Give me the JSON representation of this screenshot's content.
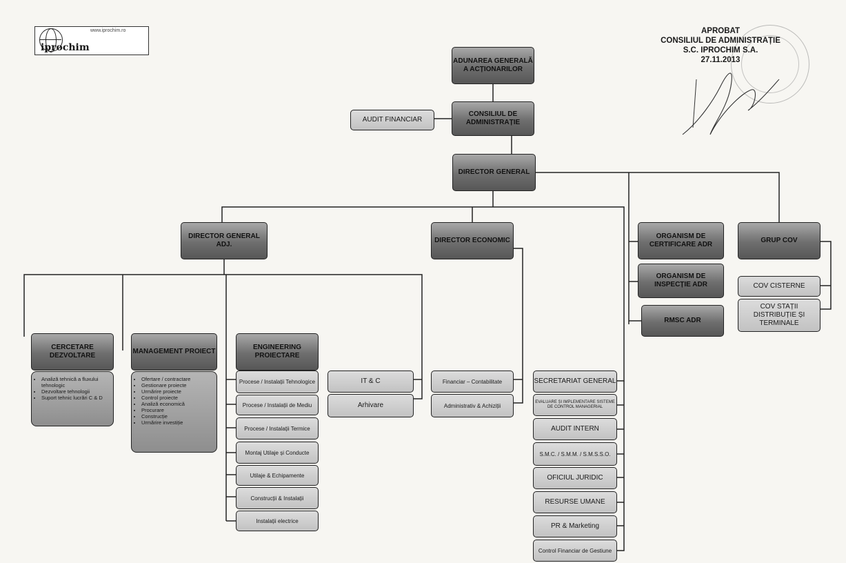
{
  "logo": {
    "brand": "iprochim",
    "url": "www.iprochim.ro"
  },
  "approval": {
    "line1": "APROBAT",
    "line2": "CONSILIUL DE ADMINISTRAȚIE",
    "line3": "S.C. IPROCHIM S.A.",
    "date": "27.11.2013"
  },
  "nodes": {
    "aga": "ADUNAREA GENERALĂ A ACȚIONARILOR",
    "ca": "CONSILIUL DE ADMINISTRAȚIE",
    "audit_financiar": "AUDIT FINANCIAR",
    "dg": "DIRECTOR GENERAL",
    "dga": "DIRECTOR GENERAL ADJ.",
    "de": "DIRECTOR ECONOMIC",
    "oc_adr": "ORGANISM DE CERTIFICARE ADR",
    "oi_adr": "ORGANISM DE INSPECȚIE ADR",
    "rmsc": "RMSC ADR",
    "cov": "GRUP COV",
    "cov_cisterne": "COV CISTERNE",
    "cov_statii": "COV STAȚII DISTRIBUȚIE ȘI TERMINALE",
    "cd": "CERCETARE DEZVOLTARE",
    "mp": "MANAGEMENT PROIECT",
    "ep": "ENGINEERING PROIECTARE",
    "itc": "IT & C",
    "arhivare": "Arhivare",
    "financiar": "Financiar – Contabilitate",
    "administrativ": "Administrativ & Achiziții",
    "secretariat": "SECRETARIAT GENERAL",
    "scim": "EVALUARE ȘI IMPLEMENTARE SISTEME DE CONTROL MANAGERIAL",
    "audit_intern": "AUDIT INTERN",
    "smc": "S.M.C. / S.M.M. / S.M.S.S.O.",
    "juridic": "OFICIUL JURIDIC",
    "resurse": "RESURSE UMANE",
    "pr": "PR & Marketing",
    "control": "Control Financiar de Gestiune"
  },
  "engineering_items": [
    "Procese / Instalații Tehnologice",
    "Procese / Instalații de Mediu",
    "Procese / Instalații Termice",
    "Montaj Utilaje și Conducte",
    "Utilaje & Echipamente",
    "Construcții & Instalații",
    "Instalații electrice"
  ],
  "cd_list": [
    "Analiză tehnică a fluxului tehnologic",
    "Dezvoltare tehnologii",
    "Suport tehnic lucrări C & D"
  ],
  "mp_list": [
    "Ofertare / contractare",
    "Gestionare proiecte",
    "Urmărire proiecte",
    "Control proiecte",
    "Analiză economică",
    "Procurare",
    "Construcție",
    "Urmărire investiție"
  ],
  "colors": {
    "box_dark": "#6e6e6e",
    "box_light": "#c2c2c2",
    "line": "#222222"
  }
}
